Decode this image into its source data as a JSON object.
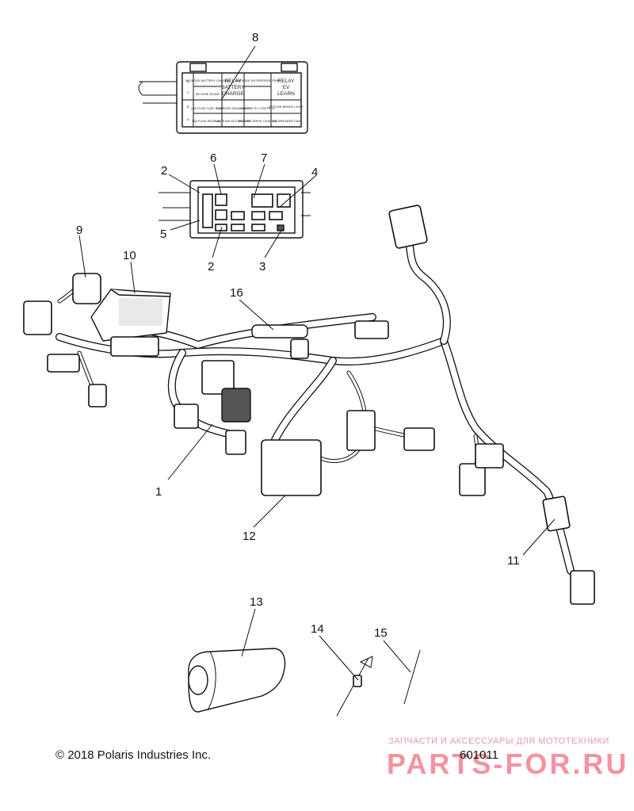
{
  "callouts": [
    "1",
    "2",
    "3",
    "4",
    "5",
    "6",
    "7",
    "8",
    "9",
    "10",
    "11",
    "12",
    "13",
    "14",
    "15",
    "16"
  ],
  "callout_2_second": "2",
  "fuse_box": {
    "relay_battery": "RELAY BATTERY CHARGE",
    "relay_battery_lines": [
      "RELAY",
      "BATTERY",
      "CHARGE"
    ],
    "relay_ev_lines": [
      "RELAY",
      "EV",
      "LEARN"
    ],
    "left_letters": [
      "D",
      "C",
      "B",
      "A"
    ],
    "cells": [
      "5A DIODE BATTERY CHARGE",
      "5A DIODE ENTERPRISE PWR",
      "5A FUSE DIODE",
      "2A FUSE BRAKE LIGHT",
      "15A FUSE FUEL PUMP",
      "10A FUSE HEADLIGHT",
      "5A FUSE EV CONTROL",
      "10A FUSE REAR ACC",
      "10A FUSE ACCESSORY",
      "5A FUSE DRIVE CHASSIS",
      "10A BREAKER FAN"
    ]
  },
  "footer": {
    "copyright": "© 2018 Polaris Industries Inc.",
    "diagram_id": "601011"
  },
  "watermark": {
    "tagline": "ЗАПЧАСТИ И АКСЕССУАРЫ ДЛЯ МОТОТЕХНИКИ",
    "brand": "PARTS-FOR.RU"
  },
  "colors": {
    "line": "#111111",
    "watermark": "#ee6f7f"
  }
}
